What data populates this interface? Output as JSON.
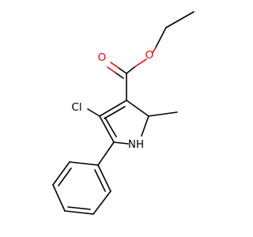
{
  "molecule": {
    "atoms": {
      "chlorine": {
        "label": "Cl",
        "color": "#000000"
      },
      "nitrogen_h": {
        "label": "NH",
        "color": "#000000"
      },
      "carbonyl_oxygen": {
        "label": "O",
        "color": "#ff0000"
      },
      "ester_oxygen": {
        "label": "O",
        "color": "#ff0000"
      }
    }
  }
}
